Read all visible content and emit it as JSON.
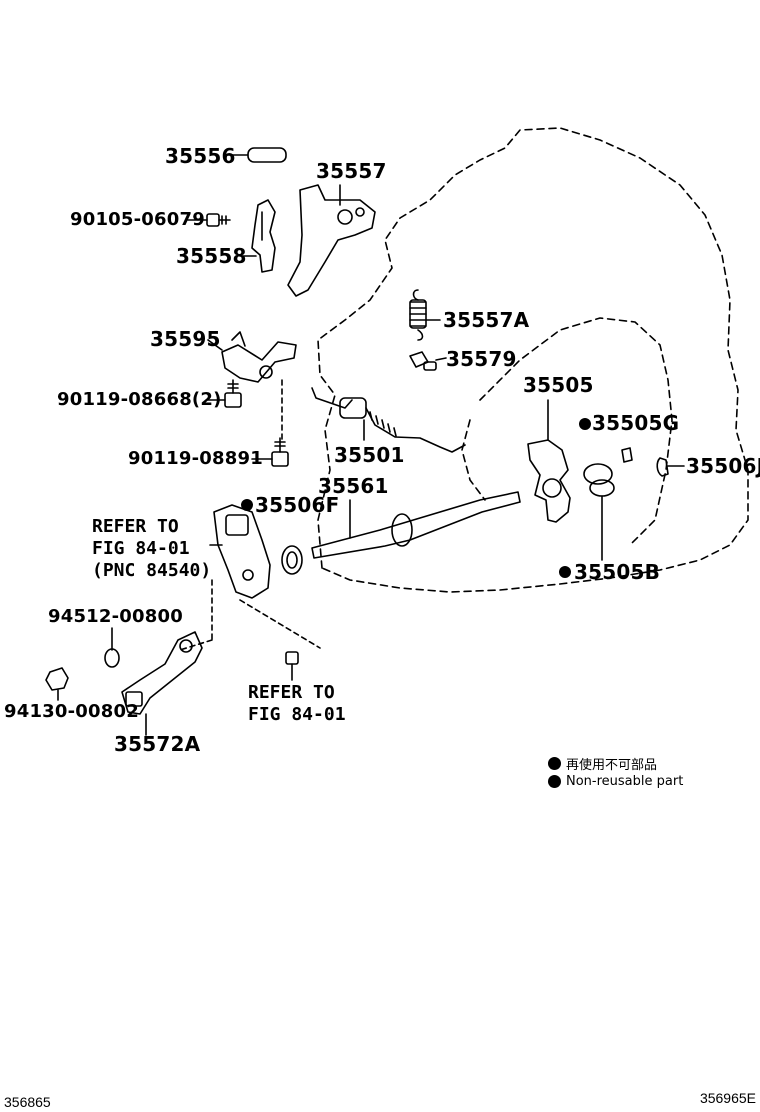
{
  "labels": {
    "p35556": "35556",
    "p35557": "35557",
    "p90105": "90105-06079",
    "p35558": "35558",
    "p35557a": "35557A",
    "p35579": "35579",
    "p35595": "35595",
    "p90119a": "90119-08668(2)",
    "p35505": "35505",
    "p35505g": "35505G",
    "p90119b": "90119-08891",
    "p35501": "35501",
    "p35506j": "35506J",
    "p35561": "35561",
    "p35506f": "35506F",
    "p35505b": "35505B",
    "p94512": "94512-00800",
    "p94130": "94130-00802",
    "p35572a": "35572A"
  },
  "refs": {
    "ref1_l1": "REFER TO",
    "ref1_l2": "FIG 84-01",
    "ref1_l3": "(PNC 84540)",
    "ref2_l1": "REFER TO",
    "ref2_l2": "FIG 84-01"
  },
  "legend": {
    "jp": "再使用不可部品",
    "en": "Non-reusable part"
  },
  "footer": {
    "left_id": "356865",
    "right_id": "356965E"
  },
  "icons": {
    "nonreusable_marker": "filled-circle"
  }
}
